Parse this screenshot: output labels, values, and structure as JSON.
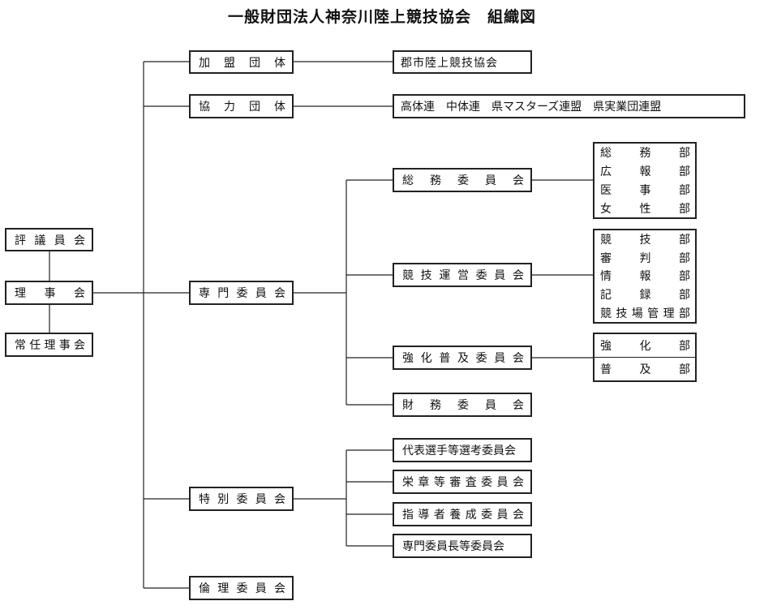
{
  "title": "一般財団法人神奈川陸上競技協会　組織図",
  "left": {
    "hyogiin": "評議員会",
    "rijikai": "理事会",
    "jonin": "常任理事会"
  },
  "branches": {
    "kamei": "加盟団体",
    "kyoryoku": "協力団体",
    "senmon": "専門委員会",
    "tokubetsu": "特別委員会",
    "rinri": "倫理委員会"
  },
  "kamei_member": "郡市陸上競技協会",
  "kyoryoku_members": "高体連　中体連　県マスターズ連盟　県実業団連盟",
  "senmon_committees": {
    "somu": "総務委員会",
    "kyogi": "競技運営委員会",
    "kyoka": "強化普及委員会",
    "zaimu": "財務委員会"
  },
  "somu_depts": [
    "総務部",
    "広報部",
    "医事部",
    "女性部"
  ],
  "kyogi_depts": [
    "競技部",
    "審判部",
    "情報部",
    "記録部",
    "競技場管理部"
  ],
  "kyoka_depts": [
    "強化部",
    "普及部"
  ],
  "tokubetsu_committees": {
    "daihyo": "代表選手等選考委員会",
    "eisho": "栄章等審査委員会",
    "shido": "指導者養成委員会",
    "choutou": "専門委員長等委員会"
  }
}
